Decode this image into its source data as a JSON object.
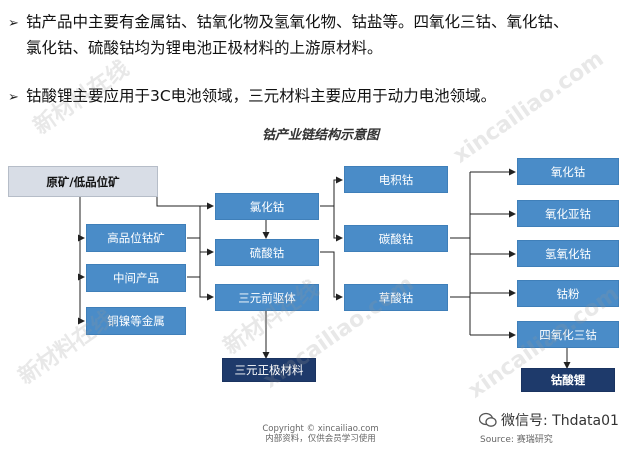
{
  "bullets": [
    {
      "line1": "钴产品中主要有金属钴、钴氧化物及氢氧化物、钴盐等。四氧化三钴、氧化钴、",
      "line2": "氯化钴、硫酸钴均为锂电池正极材料的上游原材料。"
    },
    {
      "line1": "钴酸锂主要应用于3C电池领域，三元材料主要应用于动力电池领域。"
    }
  ],
  "diagram": {
    "title": "钴产业链结构示意图",
    "nodes": {
      "raw": "原矿/低品位矿",
      "high": "高品位钴矿",
      "mid": "中间产品",
      "cu": "铜镍等金属",
      "chloride": "氯化钴",
      "sulfate": "硫酸钴",
      "precursor": "三元前驱体",
      "cathode": "三元正极材料",
      "electro": "电积钴",
      "carbonate": "碳酸钴",
      "oxalate": "草酸钴",
      "oxide": "氧化钴",
      "suboxide": "氧化亚钴",
      "hydroxide": "氢氧化钴",
      "powder": "钴粉",
      "tetroxide": "四氧化三钴",
      "lco": "钴酸锂"
    }
  },
  "watermarks": [
    "新材料在线",
    "xincailiao.com",
    "新材料在线",
    "xincailiao.com",
    "新材料在线",
    "xincailiao.com"
  ],
  "footer": {
    "copyright": "Copyright © xincailiao.com",
    "note": "内部资料，仅供会员学习使用",
    "wechat": "微信号: Thdata01",
    "source": "Source: 赛瑞研究"
  }
}
